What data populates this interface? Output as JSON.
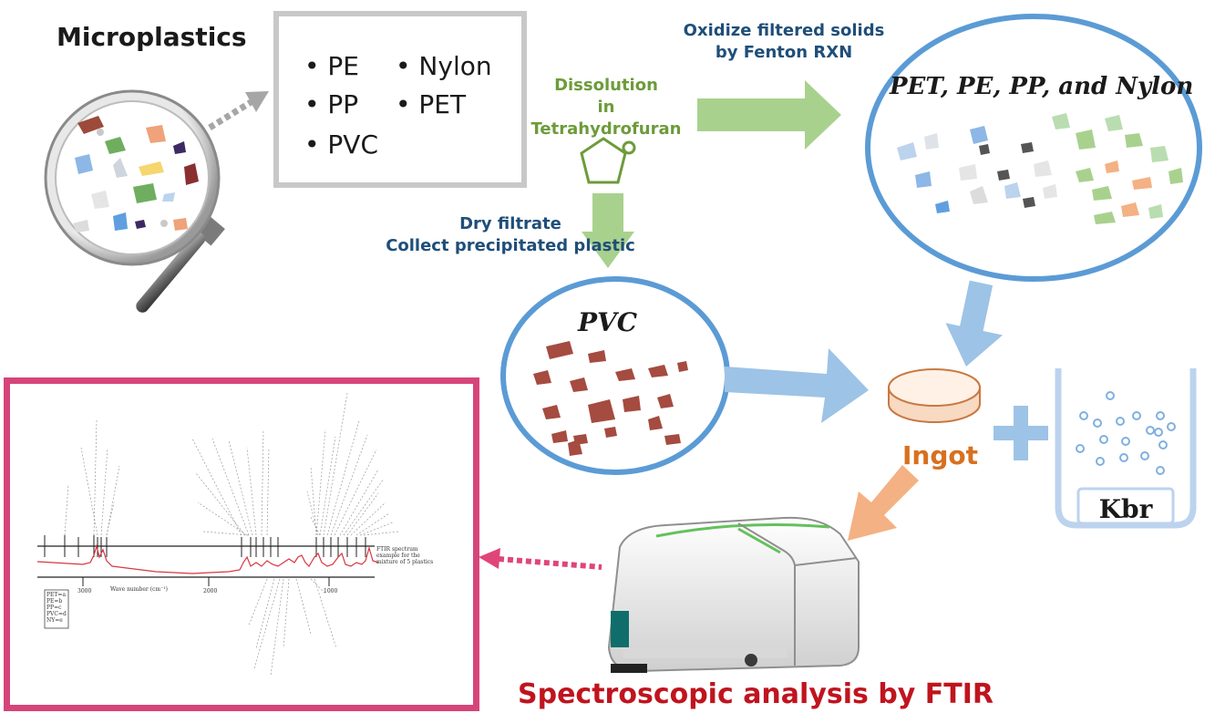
{
  "microplastics_title": "Microplastics",
  "plastic_types": [
    "PE",
    "PP",
    "PVC",
    "Nylon",
    "PET"
  ],
  "dissolution_step": [
    "Dissolution",
    "in Tetrahydrofuran"
  ],
  "oxidize_step": [
    "Oxidize filtered solids",
    "by Fenton RXN"
  ],
  "dry_step": [
    "Dry filtrate",
    "Collect precipitated plastic"
  ],
  "pet_circle_label": "PET, PE, PP, and Nylon",
  "pvc_circle_label": "PVC",
  "ingot_label": "Ingot",
  "kbr_label": "Kbr",
  "ftir_label": "Spectroscopic analysis by FTIR",
  "spectrum": {
    "caption": "FTIR spectrum example for the mixture of 5 plastics",
    "axis_label": "Wave number (cm⁻¹)",
    "ticks": [
      "3000",
      "2000",
      "1000"
    ],
    "legend": [
      "PET=a",
      "PE=b",
      "PP=c",
      "PVC=d",
      "NY=e"
    ]
  },
  "colors": {
    "green_arrow": "#a9d18e",
    "blue_arrow": "#9dc3e6",
    "orange_arrow": "#f4b183",
    "circle_border": "#5b9bd5",
    "spectrum_frame": "#d6457a",
    "title_red": "#c0141e",
    "ingot_orange": "#d8701f"
  }
}
